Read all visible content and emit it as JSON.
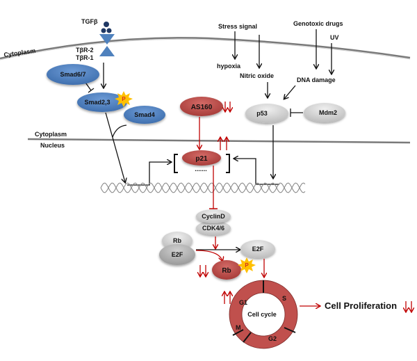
{
  "title": "TGFβ / p53 / AS160 – p21 signaling to cell cycle",
  "colors": {
    "smad_blue": "#4f81bd",
    "red_node": "#c0504d",
    "grey_node": "#d9d9d9",
    "arrow_red": "#c00000",
    "phospho_yellow": "#ffc000"
  },
  "compartments": {
    "membrane_label": "Cytoplasm",
    "nuclear_top": "Cytoplasm",
    "nuclear_bottom": "Nucleus"
  },
  "receptor": {
    "ligand": "TGFβ",
    "r2": "TβR-2",
    "r1": "TβR-1"
  },
  "nodes": {
    "smad67": "Smad6/7",
    "smad23": "Smad2,3",
    "smad4": "Smad4",
    "phospho": "P",
    "as160": "AS160",
    "p53": "p53",
    "mdm2": "Mdm2",
    "p21": "p21",
    "p21_dots": ".......",
    "cyclind": "CyclinD",
    "cdk46": "CDK4/6",
    "rb": "Rb",
    "e2f": "E2F",
    "rb_p": "Rb",
    "e2f_free": "E2F"
  },
  "signals": {
    "stress": "Stress signal",
    "hypoxia": "hypoxia",
    "nitric_oxide": "Nitric oxide",
    "genotoxic": "Genotoxic drugs",
    "uv": "UV",
    "dna_damage": "DNA damage"
  },
  "cell_cycle": {
    "center": "Cell cycle",
    "phases": [
      "G1",
      "S",
      "G2",
      "M"
    ],
    "output": "Cell Proliferation"
  }
}
